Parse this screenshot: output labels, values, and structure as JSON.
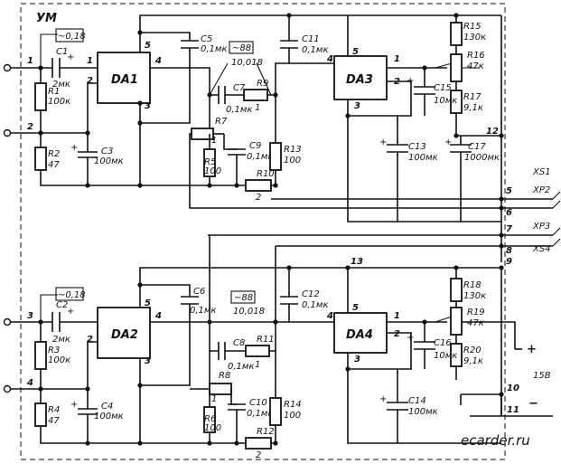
{
  "module_label": "УМ",
  "chips": {
    "da1": "DA1",
    "da2": "DA2",
    "da3": "DA3",
    "da4": "DA4"
  },
  "pins": {
    "five": "5",
    "four": "4",
    "three": "3",
    "two": "2",
    "one": "1"
  },
  "nodes": {
    "n1": "1",
    "n2": "2",
    "n3": "3",
    "n4": "4",
    "n5": "5",
    "n6": "6",
    "n7": "7",
    "n8": "8",
    "n9": "9",
    "n10": "10",
    "n11": "11",
    "n12": "12",
    "n13": "13"
  },
  "flags": {
    "in_top": "~0,18",
    "in_bot": "~0,18",
    "mid_top_1": "~88",
    "mid_top_2": "10,018",
    "mid_bot_1": "~88",
    "mid_bot_2": "10,018"
  },
  "components": {
    "c1": [
      "C1",
      "2мк"
    ],
    "r1": [
      "R1",
      "100к"
    ],
    "r2": [
      "R2",
      "47"
    ],
    "c3": [
      "C3",
      "100мк"
    ],
    "c5": [
      "C5",
      "0,1мк"
    ],
    "c7": [
      "C7",
      "0,1мк"
    ],
    "r9": [
      "R9",
      ""
    ],
    "r7": [
      "R7",
      ""
    ],
    "r5": [
      "R5",
      "100"
    ],
    "c9": [
      "C9",
      "0,1мк"
    ],
    "r13": [
      "R13",
      "100"
    ],
    "r10": [
      "R10",
      ""
    ],
    "c11": [
      "C11",
      "0,1мк"
    ],
    "r15": [
      "R15",
      "130к"
    ],
    "r16": [
      "R16",
      "47к"
    ],
    "r17": [
      "R17",
      "9,1к"
    ],
    "c15": [
      "C15",
      "10мк"
    ],
    "c13": [
      "C13",
      "100мк"
    ],
    "c17": [
      "C17",
      "1000мк"
    ],
    "c2": [
      "C2",
      "2мк"
    ],
    "r3": [
      "R3",
      "100к"
    ],
    "r4": [
      "R4",
      "47"
    ],
    "c4": [
      "C4",
      "100мк"
    ],
    "c6": [
      "C6",
      "0,1мк"
    ],
    "c8": [
      "C8",
      "0,1мк"
    ],
    "r11": [
      "R11",
      ""
    ],
    "r8": [
      "R8",
      ""
    ],
    "r6": [
      "R6",
      "100"
    ],
    "c10": [
      "C10",
      "0,1мк"
    ],
    "r14": [
      "R14",
      "100"
    ],
    "r12": [
      "R12",
      ""
    ],
    "c12": [
      "C12",
      "0,1мк"
    ],
    "r18": [
      "R18",
      "130к"
    ],
    "r19": [
      "R19",
      "47к"
    ],
    "r20": [
      "R20",
      "9,1к"
    ],
    "c16": [
      "C16",
      "10мк"
    ],
    "c14": [
      "C14",
      "100мк"
    ]
  },
  "connectors": {
    "xs1": "XS1",
    "xp2": "XP2",
    "xp3": "XP3",
    "xs4": "XS4"
  },
  "supply": {
    "plus": "+",
    "volts": "15В",
    "minus": "−"
  },
  "watermark": "ecarder.ru"
}
